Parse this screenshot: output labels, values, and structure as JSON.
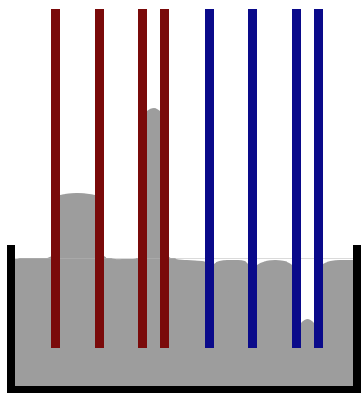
{
  "colors": {
    "background": "#ffffff",
    "liquid": "#9d9d9d",
    "container_wall": "#000000",
    "level_line": "#b5b5b5",
    "tube_red": "#7a0a0a",
    "tube_blue": "#0a0a8a"
  },
  "diagram": {
    "container": {
      "shape": "open-top-vessel"
    },
    "liquid": {
      "label": ""
    },
    "tubes": [
      {
        "name": "wide-red-tube",
        "color_key": "tube_red",
        "meniscus": "concave",
        "level": "above-surface"
      },
      {
        "name": "narrow-red-tube",
        "color_key": "tube_red",
        "meniscus": "concave",
        "level": "higher-above-surface"
      },
      {
        "name": "wide-blue-tube",
        "color_key": "tube_blue",
        "meniscus": "convex",
        "level": "below-surface"
      },
      {
        "name": "narrow-blue-tube",
        "color_key": "tube_blue",
        "meniscus": "convex",
        "level": "lower-below-surface"
      }
    ]
  }
}
